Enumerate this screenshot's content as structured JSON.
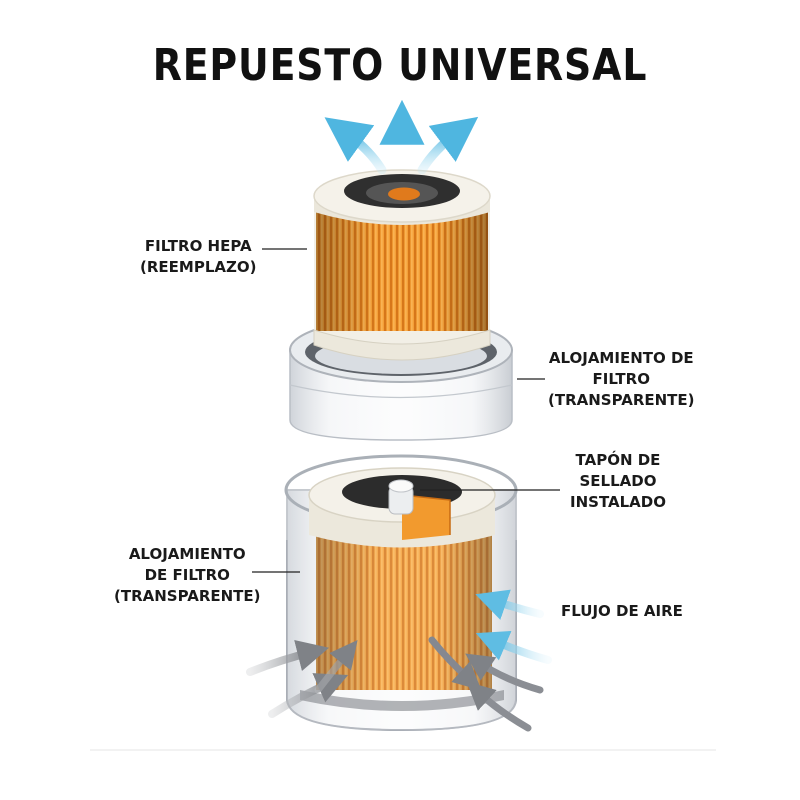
{
  "title": "REPUESTO UNIVERSAL",
  "labels": {
    "hepa_filter": [
      "FILTRO HEPA",
      "(REEMPLAZO)"
    ],
    "housing_right": [
      "ALOJAMIENTO DE",
      "FILTRO",
      "(TRANSPARENTE)"
    ],
    "seal_plug": [
      "TAPÓN DE",
      "SELLADO",
      "INSTALADO"
    ],
    "housing_left": [
      "ALOJAMIENTO",
      "DE FILTRO",
      "(TRANSPARENTE)"
    ],
    "airflow": "FLUJO DE AIRE"
  },
  "colors": {
    "pleat_orange": "#f29a2e",
    "pleat_dark": "#c96a10",
    "cap_cream": "#f2efe6",
    "housing_gray": "#d9dde2",
    "arrow_blue": "#6cc3e4",
    "arrow_gray": "#8a8d92",
    "text": "#111111"
  }
}
